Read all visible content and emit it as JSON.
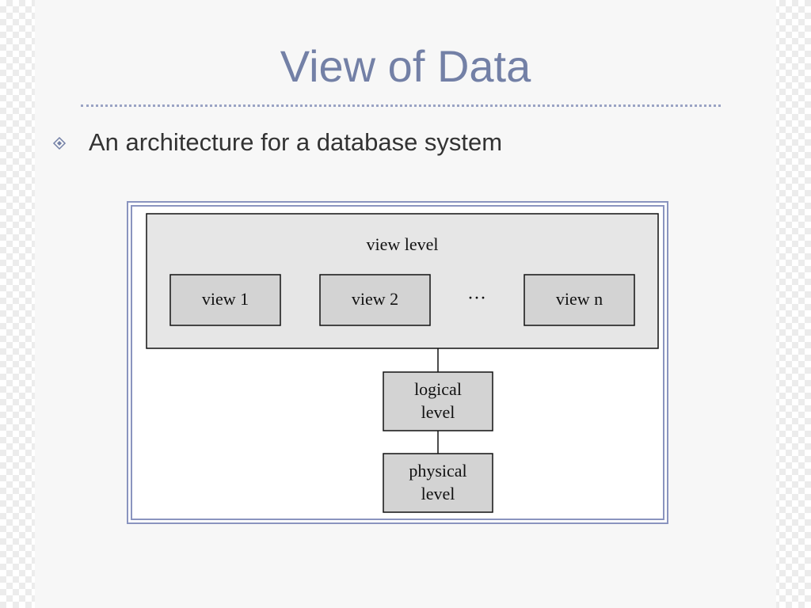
{
  "slide": {
    "title": "View of Data",
    "bullets": [
      {
        "icon": "diamond-bullet-icon",
        "text": "An architecture for a database system"
      }
    ]
  },
  "diagram": {
    "view_level": {
      "label": "view level",
      "views": [
        "view 1",
        "view 2",
        "view n"
      ],
      "ellipsis": "···"
    },
    "logical_level": {
      "lines": [
        "logical",
        "level"
      ]
    },
    "physical_level": {
      "lines": [
        "physical",
        "level"
      ]
    }
  },
  "colors": {
    "title": "#7380a6",
    "rule": "#9aa3c4",
    "frame": "#8a94bf",
    "box_fill": "#d3d3d3",
    "level_fill": "#e6e6e6"
  }
}
